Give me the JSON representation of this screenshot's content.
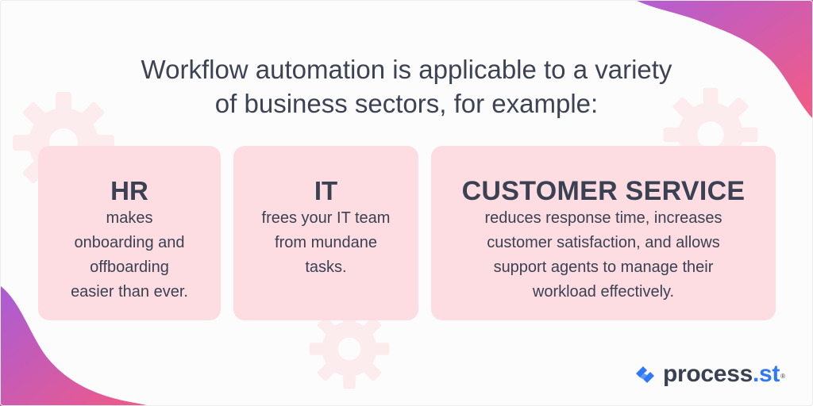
{
  "title_line1": "Workflow automation is applicable to a variety",
  "title_line2": "of business sectors, for example:",
  "cards": [
    {
      "heading": "HR",
      "lines": [
        "makes",
        "onboarding and",
        "offboarding",
        "easier than ever."
      ]
    },
    {
      "heading": "IT",
      "lines": [
        "frees your IT team",
        "from mundane",
        "tasks."
      ]
    },
    {
      "heading": "CUSTOMER SERVICE",
      "lines": [
        "reduces response time, increases",
        "customer satisfaction, and allows",
        "support agents to manage their",
        "workload effectively."
      ]
    }
  ],
  "logo": {
    "name_main": "process",
    "name_accent": ".st",
    "registered": "®",
    "icon": "process-st-logo-icon"
  },
  "colors": {
    "card_background": "#fddde2",
    "text": "#3a4152",
    "logo_accent": "#2f78f6",
    "corner_gradient_start": "#a95cd6",
    "corner_gradient_end": "#f25a84",
    "gear_watermark": "#fdecee"
  }
}
